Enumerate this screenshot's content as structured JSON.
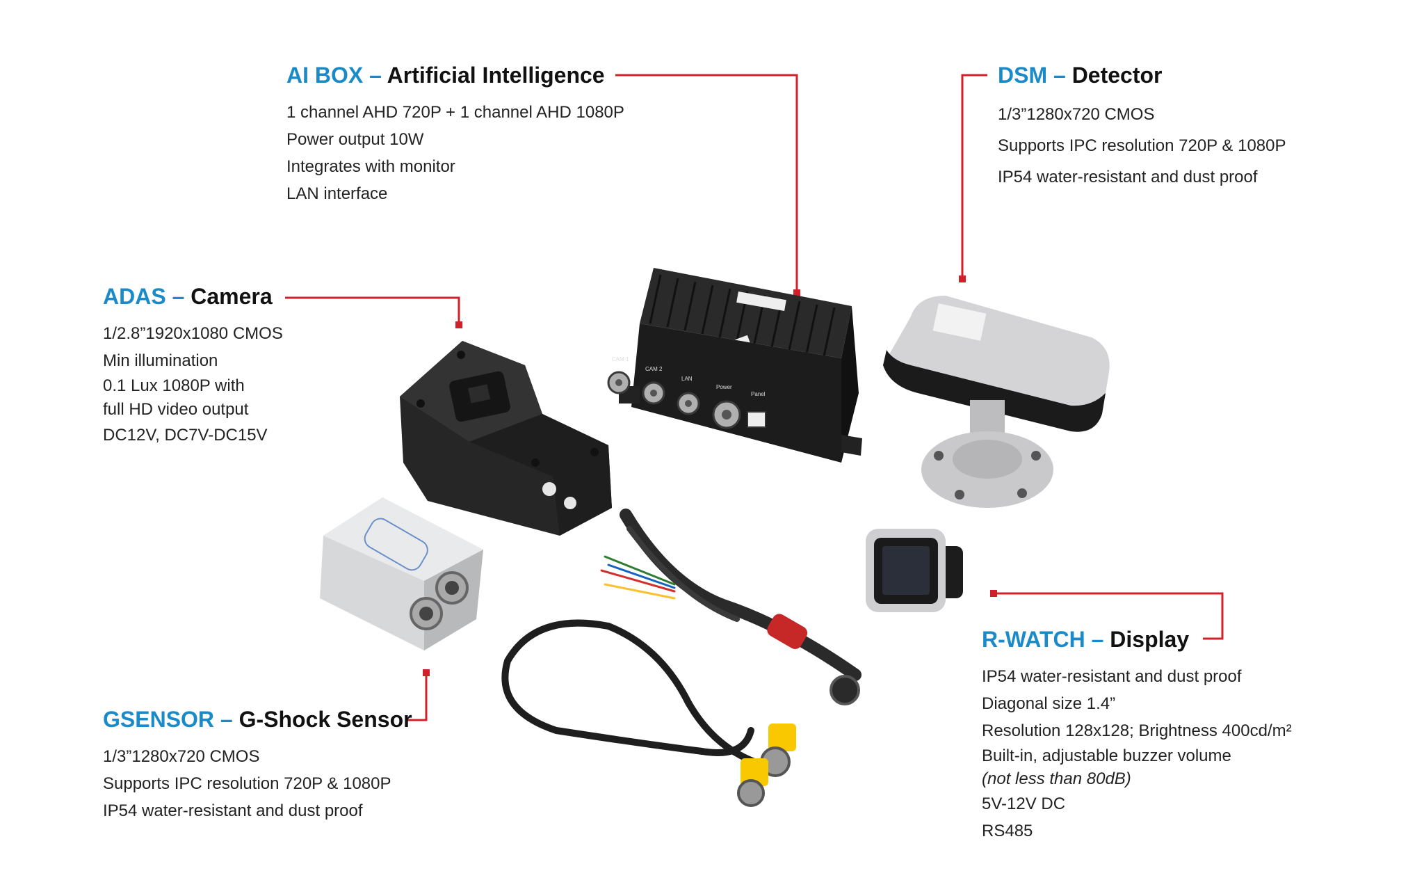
{
  "accent_color": "#1a8bc8",
  "leader_color": "#d0202a",
  "aibox": {
    "name": "AI BOX",
    "sep": " – ",
    "desc": "Artificial Intelligence",
    "features": [
      "1 channel AHD 720P + 1 channel AHD 1080P",
      "Power output 10W",
      "Integrates with monitor",
      "LAN interface"
    ]
  },
  "dsm": {
    "name": "DSM",
    "sep": " – ",
    "desc": "Detector",
    "features": [
      "1/3”1280x720 CMOS",
      "Supports IPC resolution 720P & 1080P",
      "IP54 water-resistant and dust proof"
    ]
  },
  "adas": {
    "name": "ADAS",
    "sep": " – ",
    "desc": "Camera",
    "features": [
      "1/2.8”1920x1080 CMOS",
      "Min illumination",
      "0.1 Lux 1080P with",
      "full HD video output",
      "DC12V, DC7V-DC15V"
    ]
  },
  "gsensor": {
    "name": "GSENSOR",
    "sep": " – ",
    "desc": "G-Shock Sensor",
    "features": [
      "1/3”1280x720 CMOS",
      "Supports IPC resolution 720P & 1080P",
      "IP54 water-resistant and dust proof"
    ]
  },
  "rwatch": {
    "name": "R-WATCH",
    "sep": " – ",
    "desc": "Display",
    "features": [
      "IP54 water-resistant and dust proof",
      "Diagonal size 1.4”",
      "Resolution 128x128; Brightness 400cd/m²",
      "Built-in, adjustable buzzer volume",
      "(not less than 80dB)",
      "5V-12V DC",
      "RS485"
    ]
  },
  "aibox_ports": [
    "CAM 1",
    "CAM 2",
    "LAN",
    "Power",
    "Panel"
  ]
}
